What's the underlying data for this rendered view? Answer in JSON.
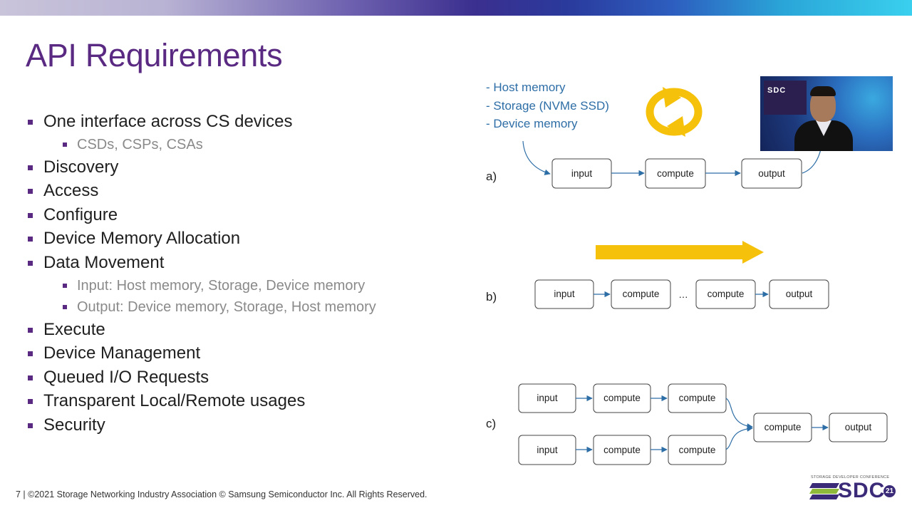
{
  "slide": {
    "title": "API Requirements"
  },
  "bullets": [
    {
      "level": 1,
      "text": "One interface across CS devices"
    },
    {
      "level": 2,
      "text": "CSDs, CSPs, CSAs"
    },
    {
      "level": 1,
      "text": "Discovery"
    },
    {
      "level": 1,
      "text": "Access"
    },
    {
      "level": 1,
      "text": "Configure"
    },
    {
      "level": 1,
      "text": "Device Memory Allocation"
    },
    {
      "level": 1,
      "text": "Data Movement"
    },
    {
      "level": 2,
      "text": "Input: Host memory, Storage, Device memory"
    },
    {
      "level": 2,
      "text": "Output: Device memory, Storage, Host memory"
    },
    {
      "level": 1,
      "text": "Execute"
    },
    {
      "level": 1,
      "text": "Device Management"
    },
    {
      "level": 1,
      "text": "Queued I/O Requests"
    },
    {
      "level": 1,
      "text": "Transparent Local/Remote usages"
    },
    {
      "level": 1,
      "text": "Security"
    }
  ],
  "diagram": {
    "memory_list": [
      "- Host memory",
      "- Storage (NVMe SSD)",
      "- Device memory"
    ],
    "row_a": {
      "label": "a)",
      "boxes": [
        "input",
        "compute",
        "output"
      ]
    },
    "row_b": {
      "label": "b)",
      "boxes": [
        "input",
        "compute",
        "compute",
        "output"
      ],
      "ellipsis": "…"
    },
    "row_c": {
      "label": "c)",
      "top": [
        "input",
        "compute",
        "compute"
      ],
      "bottom": [
        "input",
        "compute",
        "compute"
      ],
      "merge": "compute",
      "output": "output"
    },
    "colors": {
      "arrow": "#2e6ea6",
      "yellow": "#f6c10a",
      "accent": "#5a2a82"
    }
  },
  "footer": {
    "text": "7 | ©2021 Storage Networking Industry Association © Samsung Semiconductor Inc. All Rights Reserved."
  },
  "logo": {
    "small_text": "STORAGE DEVELOPER CONFERENCE",
    "word": "SDC",
    "number": "21"
  },
  "video": {
    "label": "SDC"
  }
}
